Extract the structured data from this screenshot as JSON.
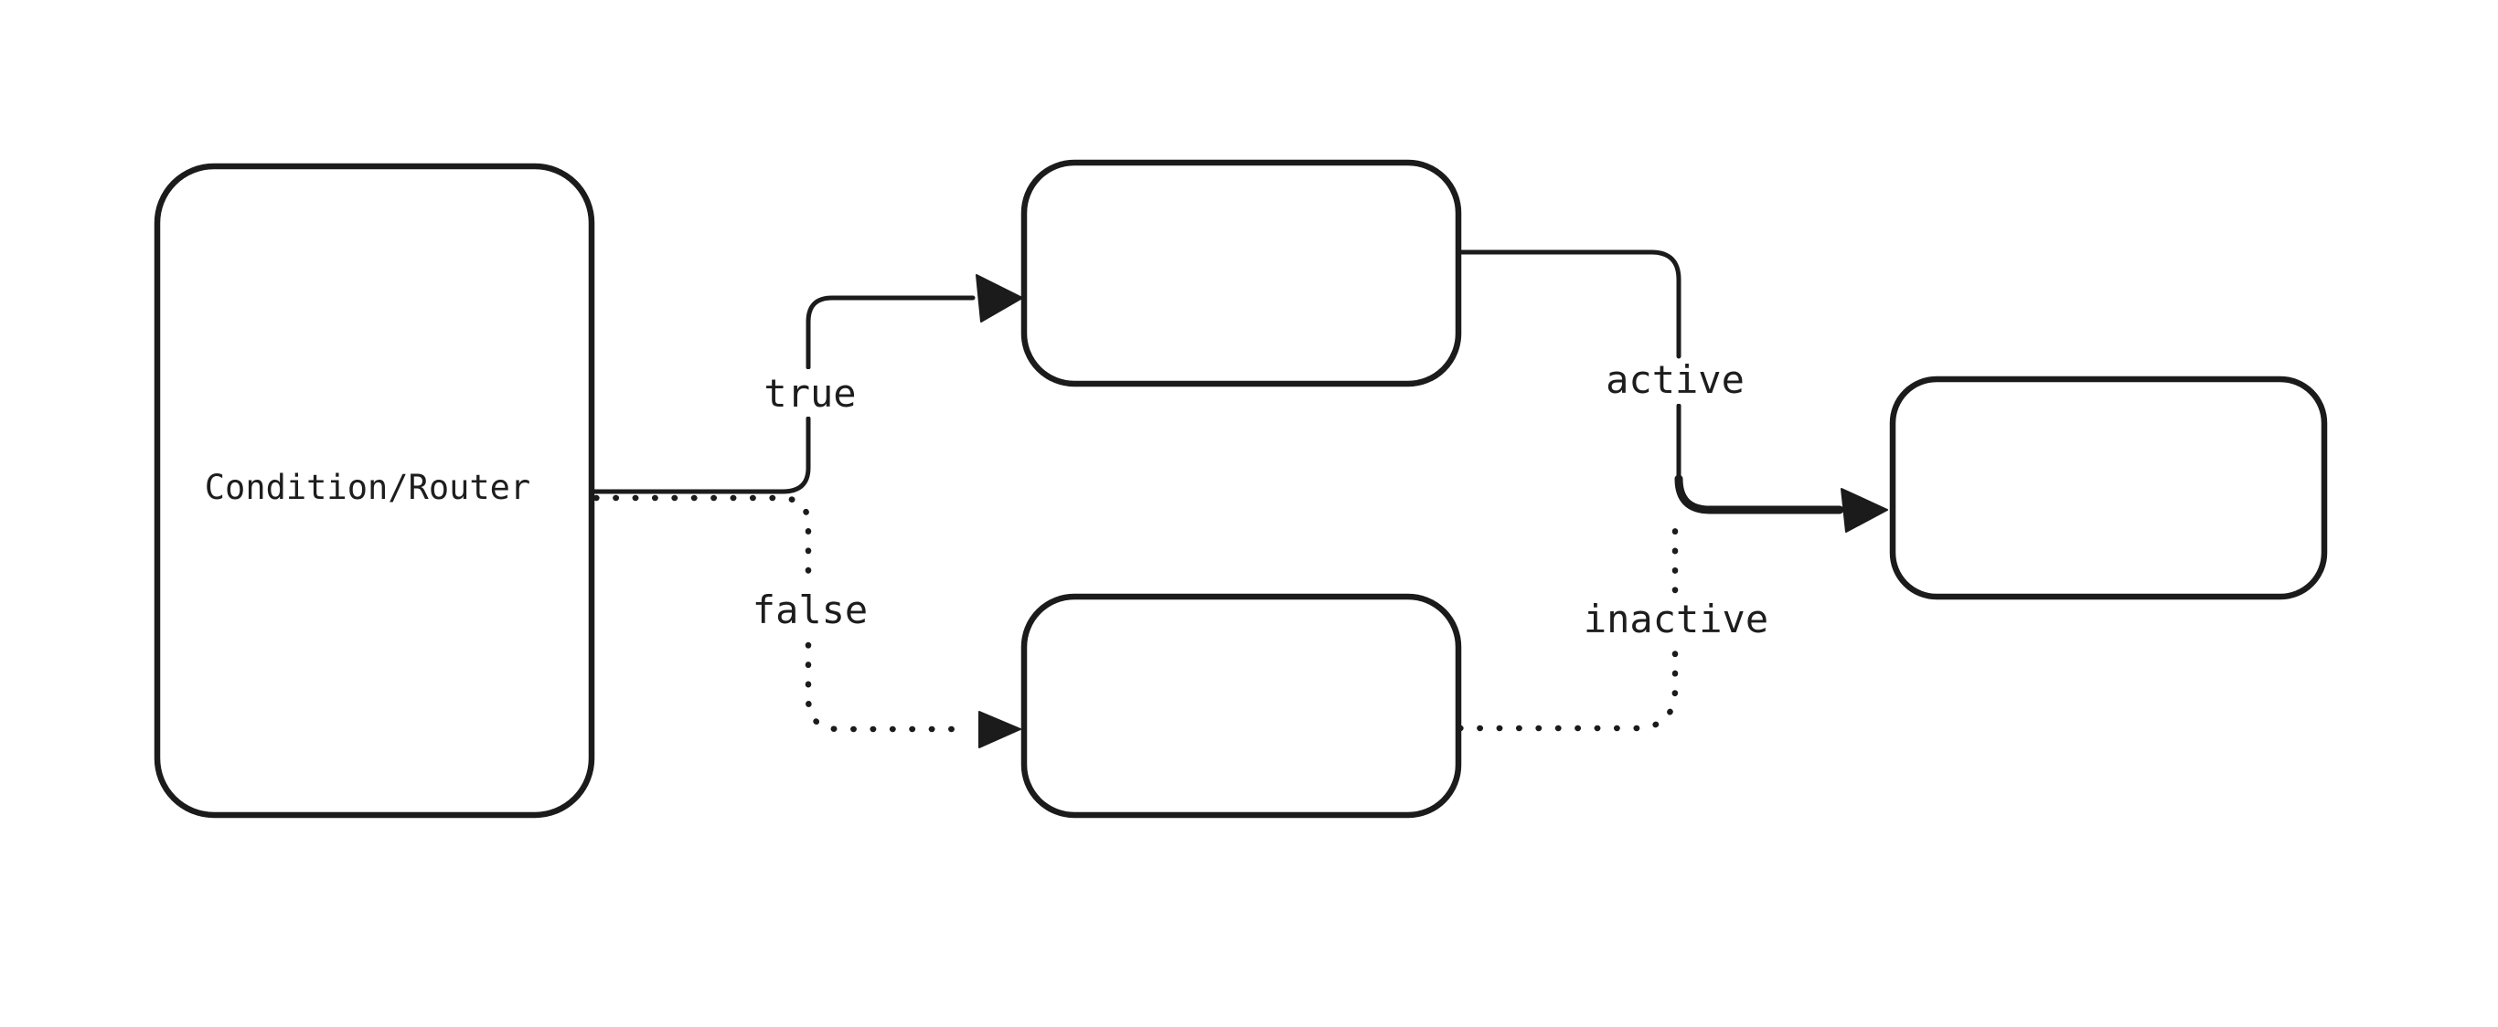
{
  "diagram": {
    "colors": {
      "ink": "#1b1b1b",
      "background": "#ffffff"
    },
    "nodes": [
      {
        "id": "condition-router",
        "label": "Condition/Router"
      },
      {
        "id": "true-branch-box",
        "label": ""
      },
      {
        "id": "false-branch-box",
        "label": ""
      },
      {
        "id": "result-box",
        "label": ""
      }
    ],
    "edges": [
      {
        "id": "true",
        "label": "true",
        "line": "solid",
        "from": "condition-router",
        "to": "true-branch-box"
      },
      {
        "id": "false",
        "label": "false",
        "line": "dotted",
        "from": "condition-router",
        "to": "false-branch-box"
      },
      {
        "id": "active",
        "label": "active",
        "line": "solid",
        "from": "true-branch-box",
        "to": "result-box"
      },
      {
        "id": "inactive",
        "label": "inactive",
        "line": "dotted",
        "from": "false-branch-box",
        "to": "result-box"
      }
    ]
  }
}
